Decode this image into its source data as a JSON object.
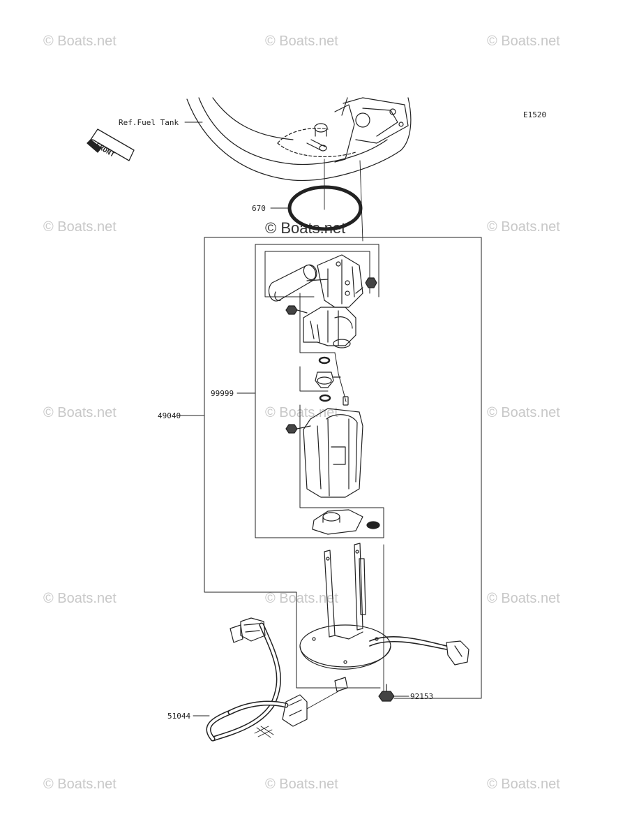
{
  "watermark": "© Boats.net",
  "diagram_code": "E1520",
  "callouts": {
    "ref_fuel_tank": "Ref.Fuel Tank",
    "gasket": "670",
    "pump_assy": "49040",
    "pump_sub_assy": "99999",
    "bolt": "92153",
    "hose": "51044"
  },
  "front_marker": "FRONT"
}
